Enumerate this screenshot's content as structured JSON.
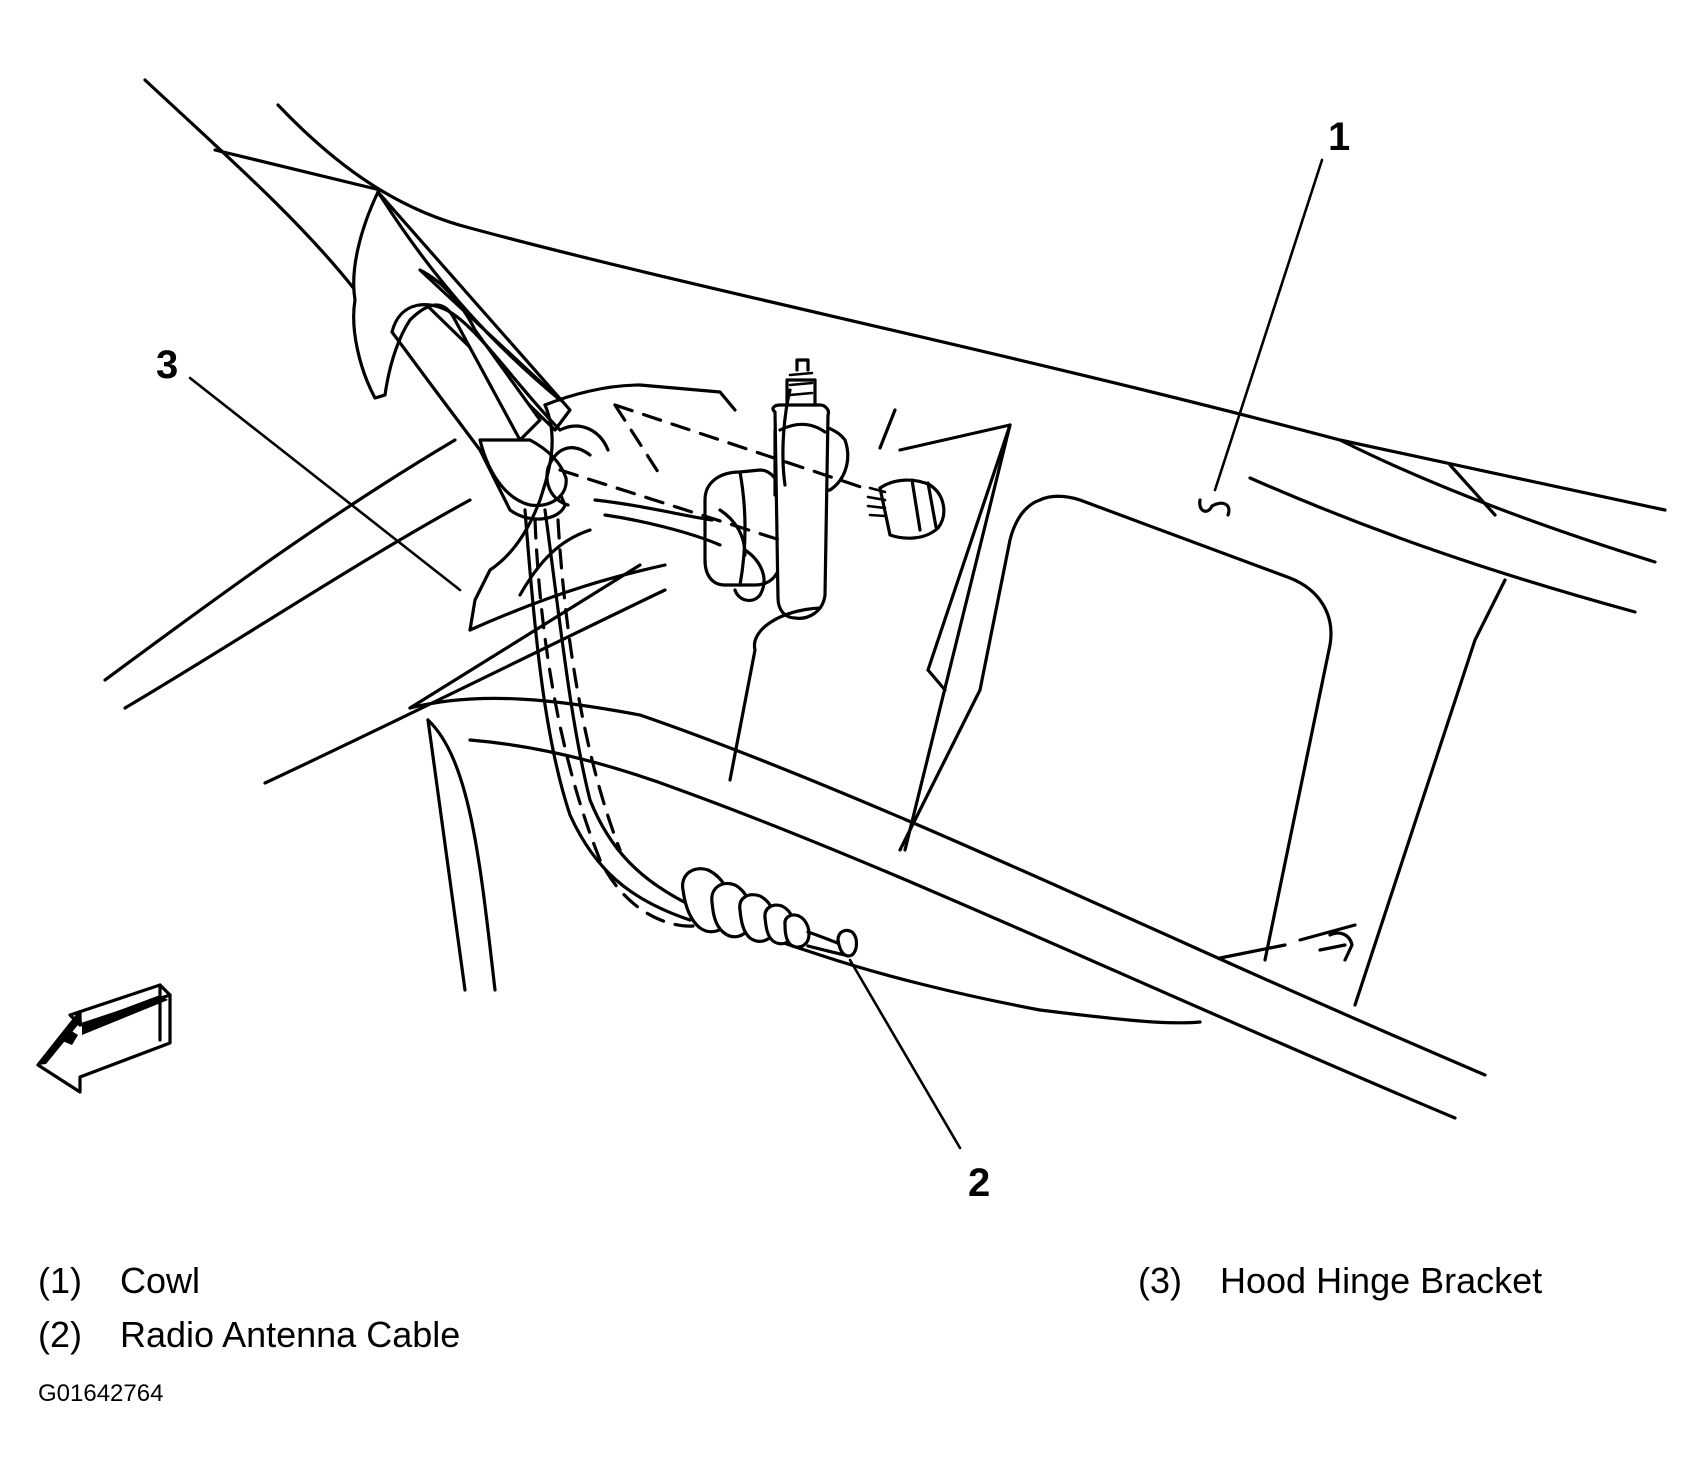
{
  "callouts": [
    {
      "id": "1",
      "label": "1"
    },
    {
      "id": "2",
      "label": "2"
    },
    {
      "id": "3",
      "label": "3"
    }
  ],
  "legend": [
    {
      "number": "(1)",
      "text": "Cowl"
    },
    {
      "number": "(2)",
      "text": "Radio Antenna Cable"
    },
    {
      "number": "(3)",
      "text": "Hood Hinge Bracket"
    }
  ],
  "figure_code": "G01642764",
  "icons": {
    "direction_arrow": "forward-direction-arrow-icon"
  }
}
